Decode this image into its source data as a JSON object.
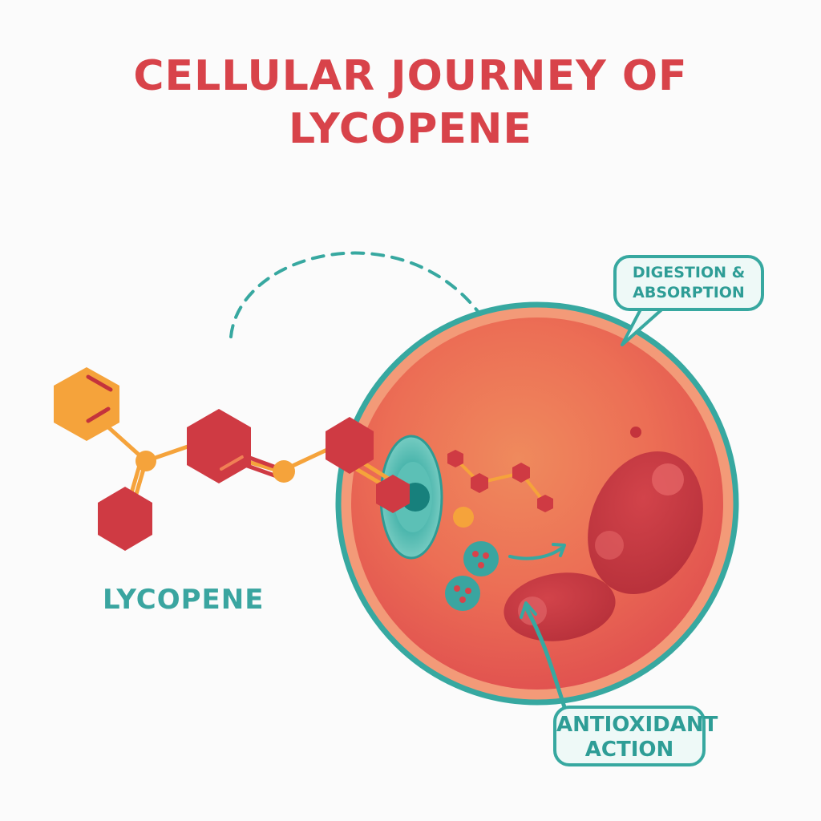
{
  "title": {
    "line1": "CELLULAR JOURNEY OF",
    "line2": "LYCOPENE"
  },
  "molecule_label": "LYCOPENE",
  "callouts": {
    "digestion": {
      "line1": "DIGESTION &",
      "line2": "ABSORPTION"
    },
    "antioxidant": {
      "line1": "ANTIOXIDANT",
      "line2": "ACTION"
    }
  },
  "colors": {
    "title": "#d8434a",
    "teal": "#37a8a0",
    "cell_fill": "#ec6e55",
    "molecule_red": "#cf3a43",
    "molecule_orange": "#f5a33b"
  },
  "icons": {
    "path_arrow": "dashed-curved-arrow",
    "cell": "cell-circle",
    "receptor": "membrane-receptor"
  }
}
